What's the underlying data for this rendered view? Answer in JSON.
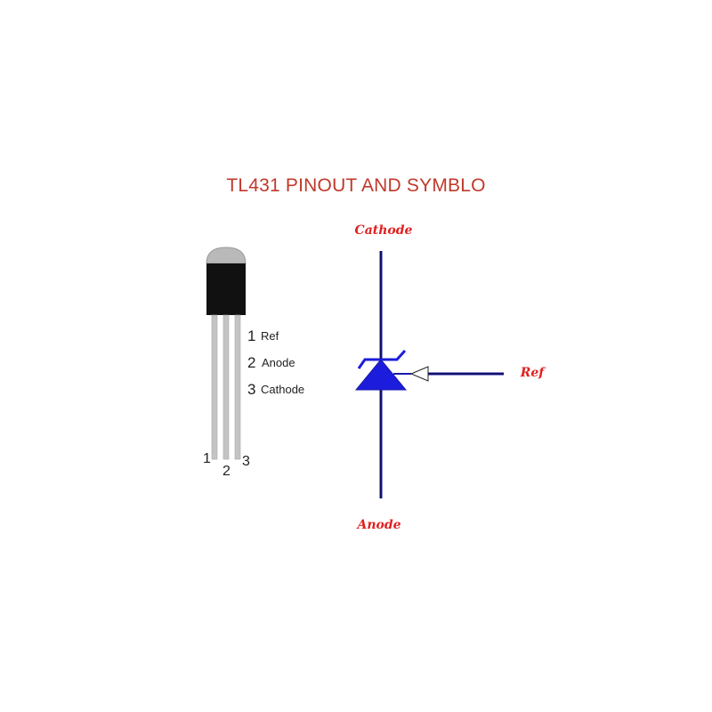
{
  "title": "TL431 PINOUT AND SYMBLO",
  "package": {
    "pins": [
      {
        "number": "1",
        "name": "Ref"
      },
      {
        "number": "2",
        "name": "Anode"
      },
      {
        "number": "3",
        "name": "Cathode"
      }
    ],
    "lead_numbers": [
      "1",
      "2",
      "3"
    ]
  },
  "symbol": {
    "cathode_label": "Cathode",
    "anode_label": "Anode",
    "ref_label": "Ref"
  },
  "colors": {
    "title": "#c0392b",
    "symbol_label": "#e02020",
    "symbol_line": "#1a1aa6",
    "symbol_body": "#1c1cdc",
    "package_body": "#111111",
    "package_dome": "#b9b9b9",
    "lead": "#c4c4c4",
    "text": "#222222"
  }
}
